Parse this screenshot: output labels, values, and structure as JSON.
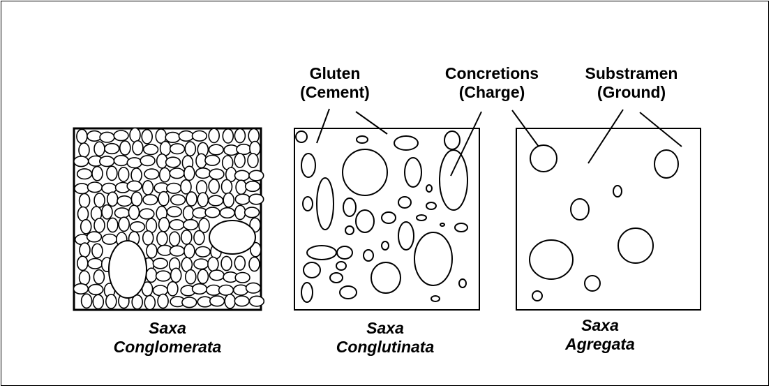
{
  "labels": {
    "gluten": [
      "Gluten",
      "(Cement)"
    ],
    "concretions": [
      "Concretions",
      "(Charge)"
    ],
    "substramen": [
      "Substramen",
      "(Ground)"
    ]
  },
  "panels": [
    {
      "name": "conglomerata",
      "caption": [
        "Saxa",
        "Conglomerata"
      ]
    },
    {
      "name": "conglutinata",
      "caption": [
        "Saxa",
        "Conglutinata"
      ]
    },
    {
      "name": "agregata",
      "caption": [
        "Saxa",
        "Agregata"
      ]
    }
  ],
  "colors": {
    "stroke": "#000000",
    "background": "#ffffff"
  }
}
